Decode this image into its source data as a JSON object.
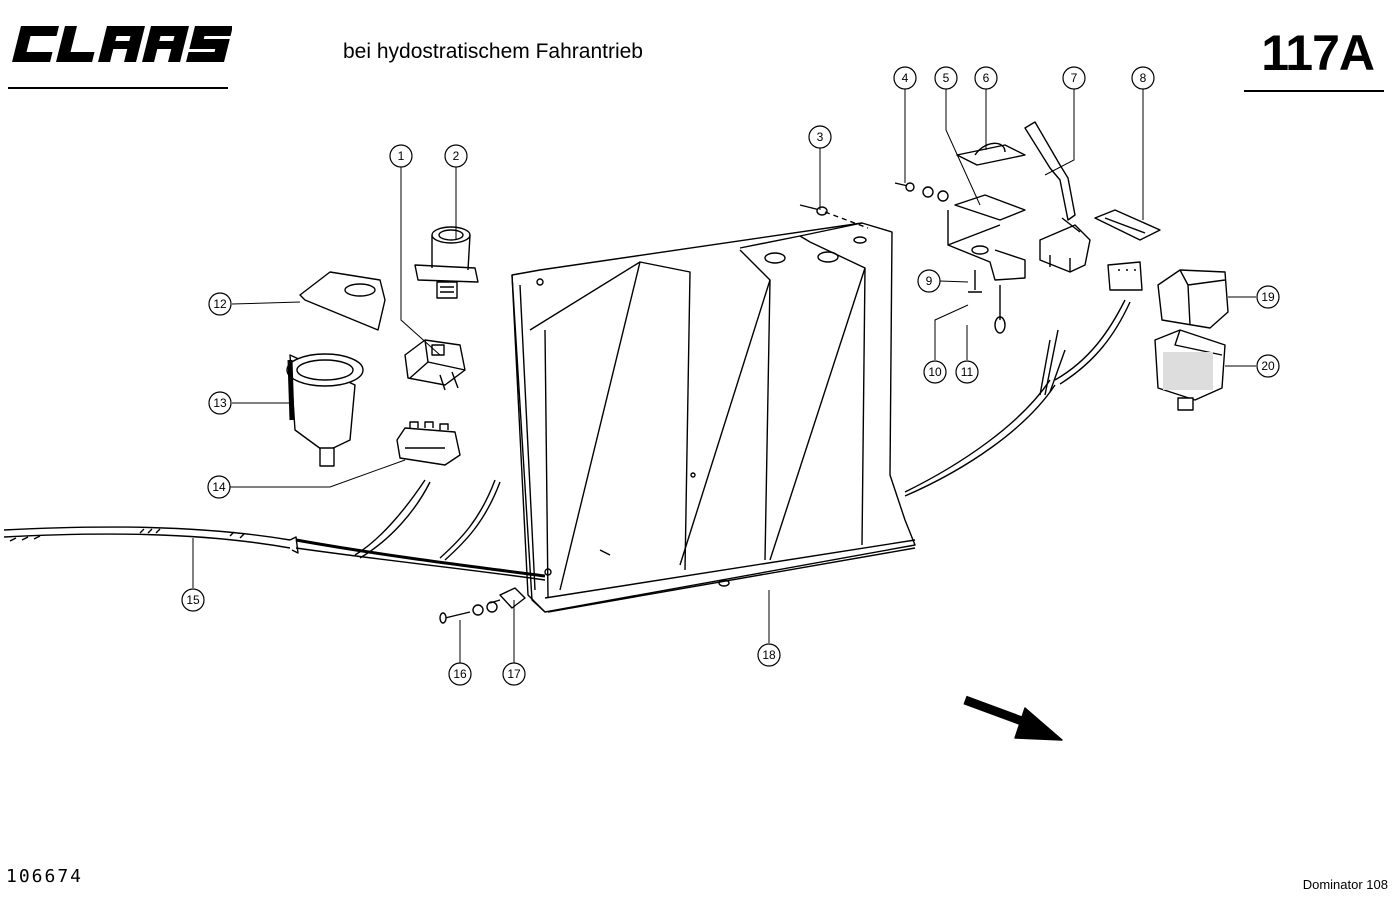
{
  "header": {
    "brand": "CLAAS",
    "title": "bei hydostratischem Fahrantrieb",
    "page_number": "117A"
  },
  "footer": {
    "drawing_number": "106674",
    "model": "Dominator 108"
  },
  "callouts": [
    {
      "id": "1",
      "label": "1"
    },
    {
      "id": "2",
      "label": "2"
    },
    {
      "id": "3",
      "label": "3"
    },
    {
      "id": "4",
      "label": "4"
    },
    {
      "id": "5",
      "label": "5"
    },
    {
      "id": "6",
      "label": "6"
    },
    {
      "id": "7",
      "label": "7"
    },
    {
      "id": "8",
      "label": "8"
    },
    {
      "id": "9",
      "label": "9"
    },
    {
      "id": "10",
      "label": "10"
    },
    {
      "id": "11",
      "label": "11"
    },
    {
      "id": "12",
      "label": "12"
    },
    {
      "id": "13",
      "label": "13"
    },
    {
      "id": "14",
      "label": "14"
    },
    {
      "id": "15",
      "label": "15"
    },
    {
      "id": "16",
      "label": "16"
    },
    {
      "id": "17",
      "label": "17"
    },
    {
      "id": "18",
      "label": "18"
    },
    {
      "id": "19",
      "label": "19"
    },
    {
      "id": "20",
      "label": "20"
    }
  ]
}
